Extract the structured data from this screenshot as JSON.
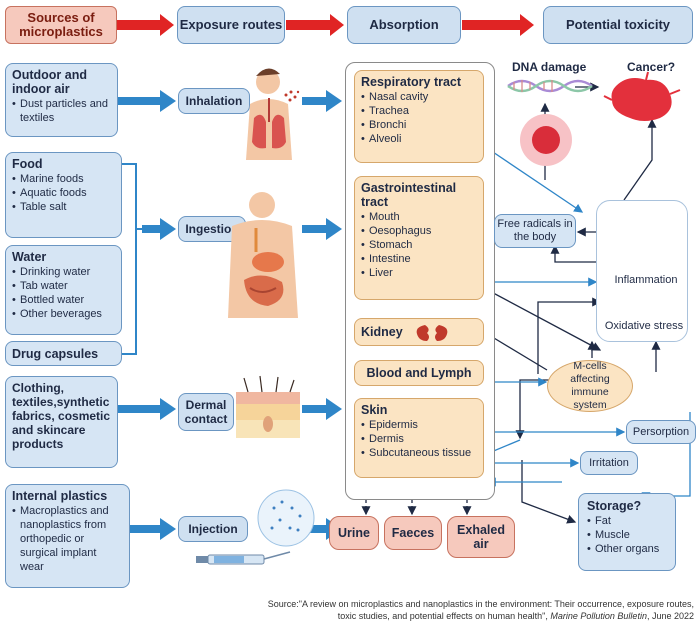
{
  "headers": {
    "sources": "Sources of microplastics",
    "exposure": "Exposure routes",
    "absorption": "Absorption",
    "toxicity": "Potential toxicity"
  },
  "sources": {
    "air": {
      "title": "Outdoor and indoor air",
      "items": [
        "Dust particles and textiles"
      ]
    },
    "food": {
      "title": "Food",
      "items": [
        "Marine foods",
        "Aquatic foods",
        "Table salt"
      ]
    },
    "water": {
      "title": "Water",
      "items": [
        "Drinking water",
        "Tab water",
        "Bottled water",
        "Other beverages"
      ]
    },
    "drug": {
      "title": "Drug capsules"
    },
    "clothing": {
      "title": "Clothing, textiles,synthetic fabrics, cosmetic and skincare products"
    },
    "internal": {
      "title": "Internal plastics",
      "items": [
        "Macroplastics and nanoplastics from orthopedic or surgical implant wear"
      ]
    }
  },
  "routes": {
    "inhalation": "Inhalation",
    "ingestion": "Ingestion",
    "dermal": "Dermal contact",
    "injection": "Injection"
  },
  "organs": {
    "respiratory": {
      "title": "Respiratory tract",
      "items": [
        "Nasal cavity",
        "Trachea",
        "Bronchi",
        "Alveoli"
      ]
    },
    "gi": {
      "title": "Gastrointestinal tract",
      "items": [
        "Mouth",
        "Oesophagus",
        "Stomach",
        "Intestine",
        "Liver"
      ]
    },
    "kidney": "Kidney",
    "blood": "Blood and Lymph",
    "skin": {
      "title": "Skin",
      "items": [
        "Epidermis",
        "Dermis",
        "Subcutaneous tissue"
      ]
    }
  },
  "outputs": {
    "urine": "Urine",
    "faeces": "Faeces",
    "exhaled": "Exhaled air"
  },
  "effects": {
    "dna": "DNA damage",
    "cancer": "Cancer?",
    "free_radicals": "Free radicals in the body",
    "inflammation": "Inflammation",
    "oxidative": "Oxidative stress",
    "mcells": "M-cells affecting immune system",
    "persorption": "Persorption",
    "irritation": "Irritation",
    "storage": {
      "title": "Storage?",
      "items": [
        "Fat",
        "Muscle",
        "Other organs"
      ]
    }
  },
  "source_note": {
    "text": "Source:\"A review on microplastics and nanoplastics in the environment: Their occurrence, exposure routes, toxic studies, and potential effects on human health\",",
    "journal": "Marine Pollution Bulletin",
    "date": ", June 2022"
  },
  "colors": {
    "red_arrow": "#e02424",
    "blue_arrow": "#2f86c8",
    "box_blue": "#d6e5f4",
    "box_orange": "#fbe4c3",
    "box_red": "#f6c9bd"
  },
  "icons": [
    "human-lungs-icon",
    "human-digestive-icon",
    "skin-layers-icon",
    "syringe-icon",
    "dna-icon",
    "tumor-cell-icon",
    "inflamed-cell-icon",
    "kidney-icon"
  ]
}
